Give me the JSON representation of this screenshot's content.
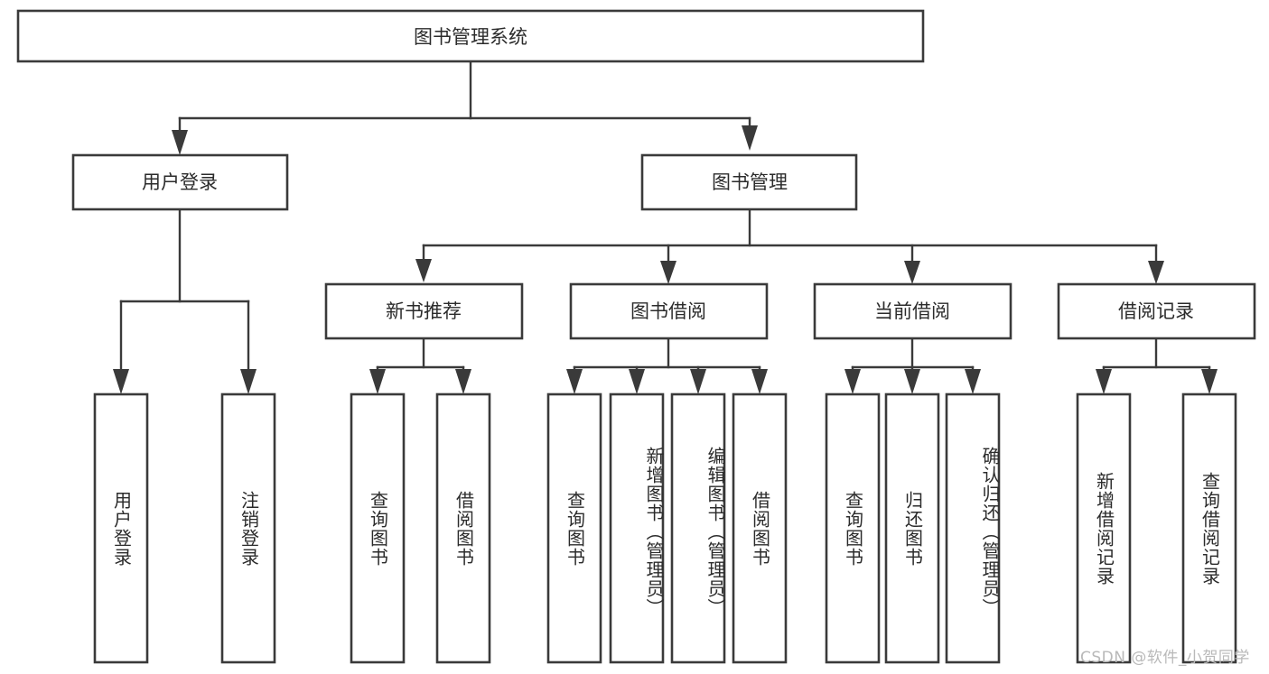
{
  "diagram": {
    "type": "tree-hierarchy",
    "orientation": "top-down",
    "title": "图书管理系统",
    "style": {
      "box_fill": "#ffffff",
      "box_stroke": "#3a3a3a",
      "connector_color": "#3a3a3a",
      "text_color": "#2b2b2b",
      "background": "#ffffff"
    },
    "levels": {
      "root": {
        "label": "图书管理系统"
      },
      "level2": [
        {
          "id": "user-login",
          "label": "用户登录"
        },
        {
          "id": "book-management",
          "label": "图书管理"
        }
      ],
      "level3": [
        {
          "id": "new-book-recommend",
          "label": "新书推荐",
          "parent": "book-management"
        },
        {
          "id": "book-borrow",
          "label": "图书借阅",
          "parent": "book-management"
        },
        {
          "id": "current-borrow",
          "label": "当前借阅",
          "parent": "book-management"
        },
        {
          "id": "borrow-record",
          "label": "借阅记录",
          "parent": "book-management"
        }
      ],
      "leaves": [
        {
          "id": "leaf-user-login",
          "label": "用户登录",
          "parent": "user-login"
        },
        {
          "id": "leaf-logout-login",
          "label": "注销登录",
          "parent": "user-login"
        },
        {
          "id": "leaf-query-book-1",
          "label": "查询图书",
          "parent": "new-book-recommend"
        },
        {
          "id": "leaf-borrow-book-1",
          "label": "借阅图书",
          "parent": "new-book-recommend"
        },
        {
          "id": "leaf-query-book-2",
          "label": "查询图书",
          "parent": "book-borrow"
        },
        {
          "id": "leaf-add-book",
          "label": "新增图书（管理员）",
          "parent": "book-borrow"
        },
        {
          "id": "leaf-edit-book",
          "label": "编辑图书（管理员）",
          "parent": "book-borrow"
        },
        {
          "id": "leaf-borrow-book-2",
          "label": "借阅图书",
          "parent": "book-borrow"
        },
        {
          "id": "leaf-query-book-3",
          "label": "查询图书",
          "parent": "current-borrow"
        },
        {
          "id": "leaf-return-book",
          "label": "归还图书",
          "parent": "current-borrow"
        },
        {
          "id": "leaf-confirm-return",
          "label": "确认归还（管理员）",
          "parent": "current-borrow"
        },
        {
          "id": "leaf-add-record",
          "label": "新增借阅记录",
          "parent": "borrow-record"
        },
        {
          "id": "leaf-query-record",
          "label": "查询借阅记录",
          "parent": "borrow-record"
        }
      ]
    }
  },
  "watermark": {
    "text": "CSDN @软件_小贺同学"
  }
}
